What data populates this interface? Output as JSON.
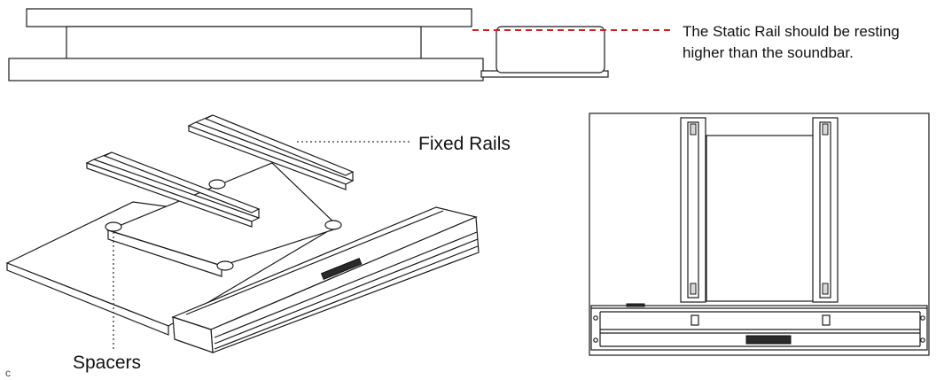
{
  "callouts": {
    "static_rail_note_line1": "The Static Rail should be resting",
    "static_rail_note_line2": "higher than the soundbar.",
    "fixed_rails": "Fixed Rails",
    "spacers": "Spacers",
    "page_mark": "c"
  },
  "colors": {
    "line": "#1a1a1a",
    "leader_dashed": "#cc2222",
    "background": "#ffffff"
  }
}
